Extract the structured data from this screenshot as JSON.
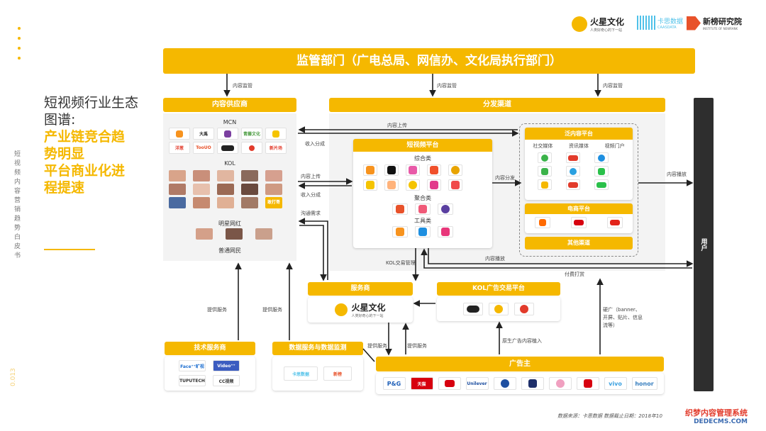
{
  "header": {
    "brand1_name": "火星文化",
    "brand1_slogan": "人类好奇心的下一站",
    "brand2_name": "卡思数据",
    "brand2_sub": "CAASDATA",
    "brand3_name": "新榜研究院",
    "brand3_sub": "INSTITUTE OF NEWRANK"
  },
  "left": {
    "title_line1": "短视频行业生态",
    "title_line2": "图谱:",
    "highlight_line1": "产业链竞合趋",
    "highlight_line2": "势明显",
    "highlight_line3": "平台商业化进",
    "highlight_line4": "程提速",
    "vertical_text": "短视频内容营销趋势白皮书",
    "page_number": "0.013"
  },
  "regulator": {
    "label": "监管部门（广电总局、网信办、文化局执行部门）"
  },
  "content_supplier": {
    "header": "内容供应商",
    "mcn_label": "MCN",
    "mcn_logos": [
      "",
      "大禹",
      "",
      "青藤文化",
      "",
      "洋葱",
      "TooUO",
      "",
      "",
      "新片场"
    ],
    "kol_label": "KOL",
    "kol_badge": "敢打哥",
    "star_label": "明星网红",
    "ordinary_label": "普通网民"
  },
  "distribution": {
    "header": "分发渠道"
  },
  "short_video_platform": {
    "header": "短视频平台",
    "comprehensive_label": "综合类",
    "aggregate_label": "聚合类",
    "tool_label": "工具类"
  },
  "pan_content": {
    "header": "泛内容平台",
    "col1": "社交媒体",
    "col2": "资讯媒体",
    "col3": "视频门户",
    "ecommerce_header": "电商平台",
    "other_header": "其他渠道"
  },
  "user": {
    "label": "用户"
  },
  "service_provider": {
    "header": "服务商",
    "brand": "火星文化",
    "slogan": "人类好奇心的下一站"
  },
  "kol_ad_platform": {
    "header": "KOL广告交易平台"
  },
  "tech_provider": {
    "header": "技术服务商",
    "logos": [
      "Face⁺⁺旷视",
      "Video⁺⁺",
      "TUPUTECH",
      "CC视频"
    ]
  },
  "data_service": {
    "header": "数据服务与数据监测",
    "logo1": "卡思数据",
    "logo2": "新榜"
  },
  "advertiser": {
    "header": "广告主",
    "logos": [
      "P&G",
      "天猫",
      "",
      "Unilever",
      "",
      "",
      "",
      "",
      "vivo",
      "honor"
    ]
  },
  "flows": {
    "supervise1": "内容监管",
    "supervise2": "内容监管",
    "supervise3": "内容监管",
    "upload_top": "内容上传",
    "revenue_top": "收入分成",
    "upload_mid": "内容上传",
    "revenue_mid": "收入分成",
    "demand": "沟通需求",
    "distribute": "内容分发",
    "broadcast_right": "内容播放",
    "broadcast_bottom": "内容播放",
    "kol_manage": "KOL交易管理",
    "pay_tip": "付费打赏",
    "hard_ad": "硬广（banner、开屏、贴片、信息流等）",
    "native_ad": "原生广告内容植入",
    "provide1": "提供服务",
    "provide2": "提供服务",
    "provide3": "提供服务",
    "provide4": "提供服务"
  },
  "footer": {
    "source": "数据来源：卡思数据   数据截止日期：2018年10",
    "watermark_line1": "织梦内容管理系统",
    "watermark_line2": "DEDECMS.COM"
  },
  "colors": {
    "accent": "#f5b800",
    "dark": "#333333",
    "panel": "#f3f3f3"
  }
}
